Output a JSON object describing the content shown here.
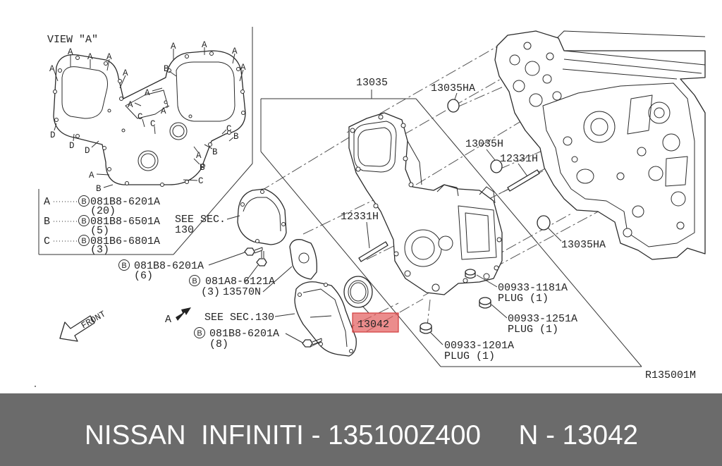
{
  "inset": {
    "title": "VIEW \"A\"",
    "letters": [
      "A",
      "A",
      "A",
      "A",
      "A",
      "B",
      "A",
      "A",
      "A",
      "A",
      "A",
      "A",
      "C",
      "C",
      "A",
      "C",
      "B",
      "D",
      "D",
      "D",
      "A",
      "B",
      "B",
      "A",
      "B",
      "C"
    ],
    "legend": [
      {
        "key": "A",
        "circle": "B",
        "part": "081B8-6201A",
        "qty": "(20)"
      },
      {
        "key": "B",
        "circle": "B",
        "part": "081B8-6501A",
        "qty": "(5)"
      },
      {
        "key": "C",
        "circle": "B",
        "part": "081B6-6801A",
        "qty": "(3)"
      }
    ]
  },
  "labels": {
    "front_cover_assembly": "13035",
    "gasket_upper": "13035HA",
    "gasket_small": "13035H",
    "dowel_pin_right": "12331H",
    "dowel_pin_left": "12331H",
    "see_section_upper": {
      "line1": "SEE SEC.",
      "line2": "130"
    },
    "bolts_6": {
      "circle": "B",
      "part": "081B8-6201A",
      "qty": "(6)"
    },
    "bolts_3": {
      "circle": "B",
      "part": "081A8-6121A",
      "qty": "(3)"
    },
    "gasket_13570n": "13570N",
    "see_section_lower": "SEE SEC.130",
    "bolts_8": {
      "circle": "B",
      "part": "081B8-6201A",
      "qty": "(8)"
    },
    "oil_seal": "13042",
    "gasket_lower": "13035HA",
    "plug_1181": {
      "part": "00933-1181A",
      "desc": "PLUG (1)"
    },
    "plug_1251": {
      "part": "00933-1251A",
      "desc": "PLUG (1)"
    },
    "plug_1201": {
      "part": "00933-1201A",
      "desc": "PLUG (1)"
    },
    "figure_ref": "R135001M",
    "front": "FRONT",
    "view_arrow": "A"
  },
  "banner": {
    "text": "NISSAN  INFINITI - 135100Z400     N - 13042"
  },
  "colors": {
    "banner": "#6b6b6b",
    "highlight": "#e35b5b",
    "highlight_border": "#d23c3c"
  }
}
